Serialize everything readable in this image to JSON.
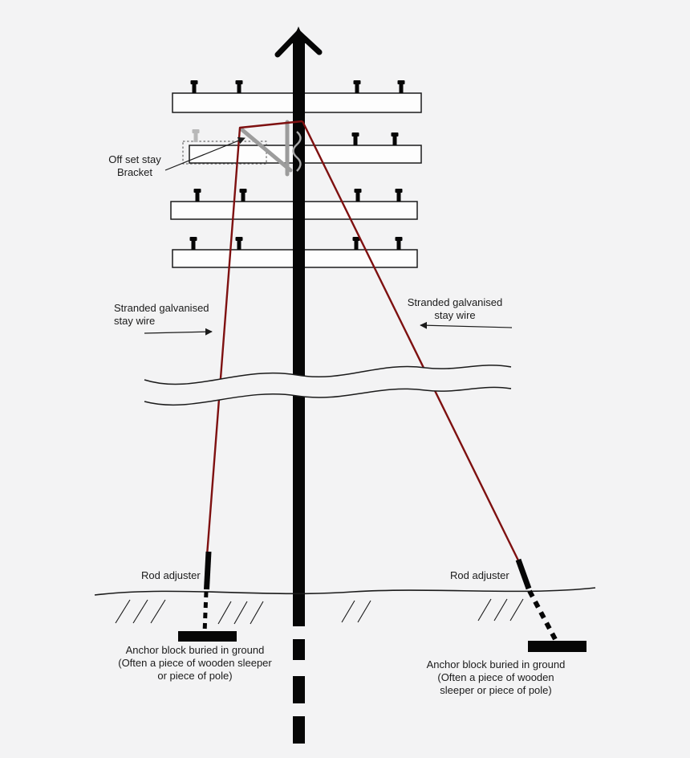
{
  "diagram": {
    "labels": {
      "offset_stay_bracket": {
        "line1": "Off set stay",
        "line2": "Bracket"
      },
      "stay_wire_left": {
        "line1": "Stranded galvanised",
        "line2": "stay wire"
      },
      "stay_wire_right": {
        "line1": "Stranded galvanised",
        "line2": "stay wire"
      },
      "rod_adjuster_left": "Rod adjuster",
      "rod_adjuster_right": "Rod adjuster",
      "anchor_block_left": {
        "line1": "Anchor block buried in ground",
        "line2": "(Often a piece of wooden sleeper",
        "line3": "or piece of pole)"
      },
      "anchor_block_right": {
        "line1": "Anchor block buried in ground",
        "line2": "(Often a piece of wooden",
        "line3": "sleeper or piece of pole)"
      }
    },
    "colors": {
      "background": "#f3f3f4",
      "pole": "#060606",
      "stay_wire": "#7e1010",
      "bracket": "#9c9c9c",
      "line": "#1b1b1b",
      "crossarm_fill": "#fdfdfd",
      "gray_insulator": "#b8b8b8",
      "text": "#1b1b1b"
    }
  }
}
